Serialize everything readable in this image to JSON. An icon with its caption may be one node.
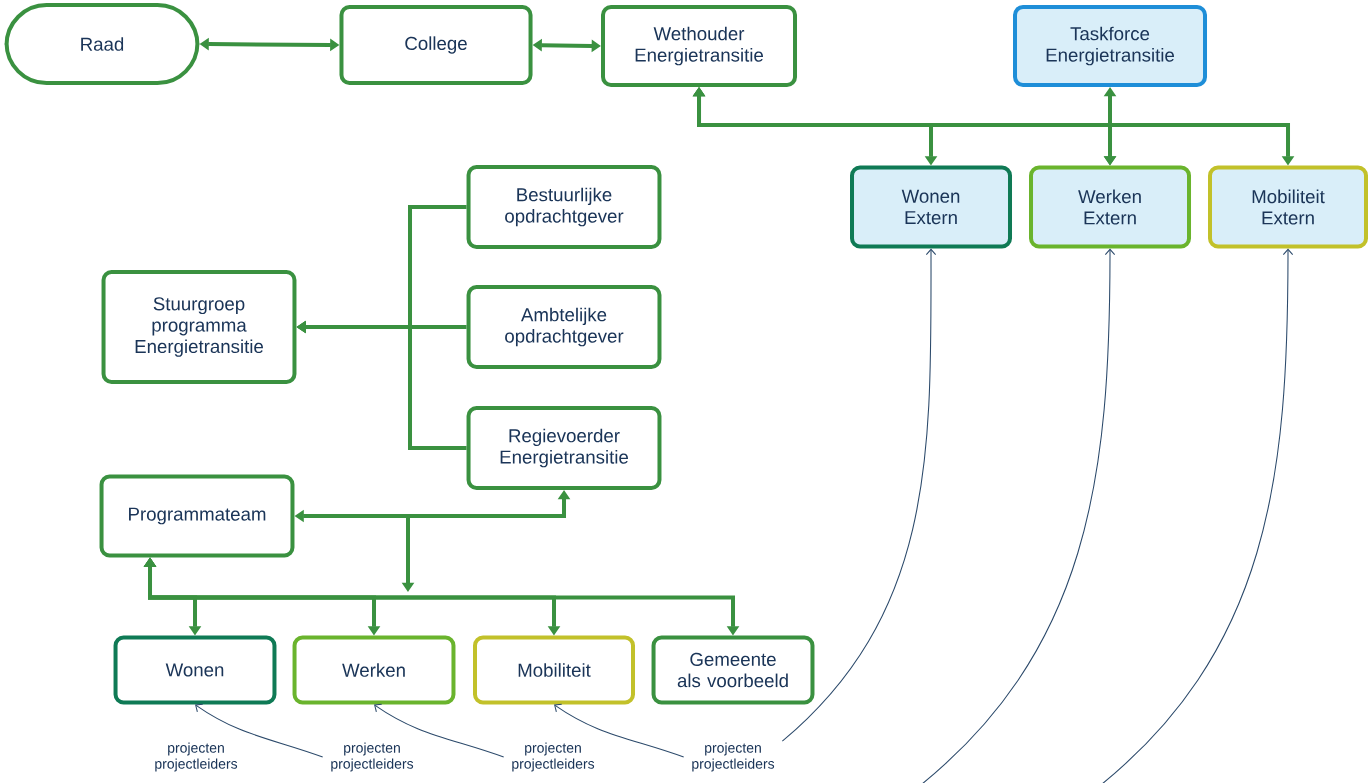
{
  "diagram": {
    "nodes": [
      {
        "text": [
          "Raad"
        ]
      },
      {
        "text": [
          "College"
        ]
      },
      {
        "text": [
          "Wethouder Energietransitie"
        ]
      },
      {
        "text": [
          "Taskforce Energietransitie"
        ]
      },
      {
        "text": [
          "Wonen Extern"
        ]
      },
      {
        "text": [
          "Werken Extern"
        ]
      },
      {
        "text": [
          "Mobiliteit Extern"
        ]
      },
      {
        "text": [
          "Bestuurlijke opdrachtgever"
        ]
      },
      {
        "text": [
          "Stuurgroep programma Energietransitie"
        ]
      },
      {
        "text": [
          "Ambtelijke opdrachtgever"
        ]
      },
      {
        "text": [
          "Regievoerder Energietransitie"
        ]
      },
      {
        "text": [
          "Programmateam"
        ]
      },
      {
        "text": [
          "Wonen"
        ]
      },
      {
        "text": [
          "Werken"
        ]
      },
      {
        "text": [
          "Mobiliteit"
        ]
      },
      {
        "text": [
          "Gemeente als voorbeeld"
        ]
      },
      {
        "text": [
          "projecten projectleiders"
        ]
      },
      {
        "text": [
          "projecten projectleiders"
        ]
      },
      {
        "text": [
          "projecten projectleiders"
        ]
      },
      {
        "text": [
          "projecten projectleiders"
        ]
      }
    ],
    "edges": [
      {
        "from": 0,
        "to": 1,
        "arrow": "both"
      },
      {
        "from": 1,
        "to": 2,
        "arrow": "both"
      },
      {
        "from": 2,
        "to": 4,
        "arrow": "both"
      },
      {
        "from": 2,
        "to": 5,
        "arrow": "both"
      },
      {
        "from": 2,
        "to": 6,
        "arrow": "both"
      },
      {
        "from": 3,
        "to": 5,
        "arrow": "both"
      },
      {
        "from": 7,
        "to": 8,
        "arrow": "to"
      },
      {
        "from": 9,
        "to": 8,
        "arrow": "to"
      },
      {
        "from": 10,
        "to": 8,
        "arrow": "to"
      },
      {
        "from": 11,
        "to": 10,
        "arrow": "both"
      },
      {
        "from": 11,
        "to": 12,
        "arrow": "both"
      },
      {
        "from": 11,
        "to": 13,
        "arrow": "both"
      },
      {
        "from": 11,
        "to": 14,
        "arrow": "both"
      },
      {
        "from": 11,
        "to": 15,
        "arrow": "both"
      },
      {
        "from": 17,
        "to": 12,
        "arrow": "to",
        "color": "#2c4a6b"
      },
      {
        "from": 18,
        "to": 13,
        "arrow": "to",
        "color": "#2c4a6b"
      },
      {
        "from": 19,
        "to": 14,
        "arrow": "to",
        "color": "#2c4a6b"
      },
      {
        "from": 19,
        "to": 4,
        "arrow": "to",
        "color": "#2c4a6b"
      },
      {
        "from": null,
        "to": 5,
        "arrow": "to",
        "color": "#2c4a6b"
      },
      {
        "from": null,
        "to": 6,
        "arrow": "to",
        "color": "#2c4a6b"
      }
    ]
  }
}
